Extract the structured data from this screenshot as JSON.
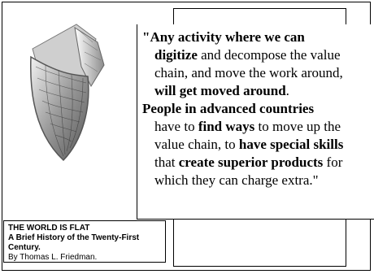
{
  "quote": {
    "open_line": "\"Any activity where we can",
    "line2_bold": "digitize",
    "line2_rest": " and decompose the value",
    "line3": "chain, and move the work around,",
    "line4_bold": "will get moved around",
    "line4_end": ".",
    "people_line": "People in advanced countries",
    "line6_start": "have to ",
    "line6_bold": "find ways",
    "line6_rest": " to move up the",
    "line7_start": "value chain, to ",
    "line7_bold": "have special skills",
    "line8_start": "that ",
    "line8_bold": "create superior products",
    "line8_rest": " for",
    "line9": "which they can charge extra.\""
  },
  "caption": {
    "title": "THE WORLD IS FLAT",
    "subtitle": "A Brief History of the Twenty-First Century.",
    "author": "By Thomas L. Friedman."
  },
  "icon": {
    "name": "peeling-leaf-icon"
  }
}
